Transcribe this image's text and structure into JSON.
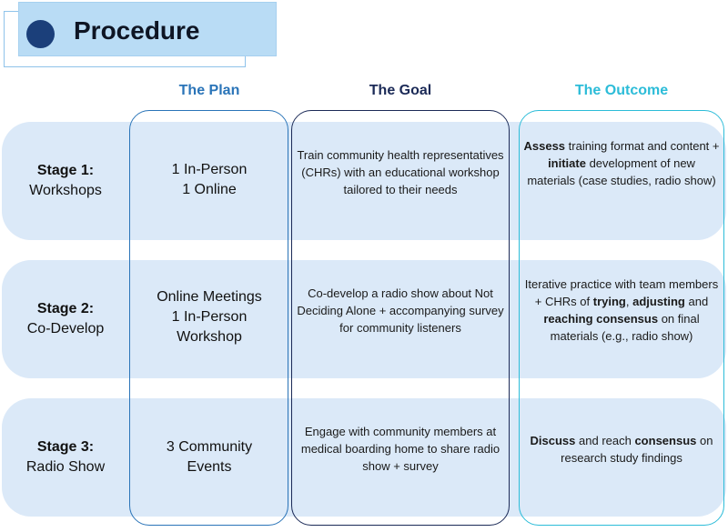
{
  "title": "Procedure",
  "columns": {
    "plan": "The Plan",
    "goal": "The Goal",
    "outcome": "The Outcome"
  },
  "colors": {
    "plan": "#2a74b8",
    "goal": "#1b2a57",
    "outcome": "#2cbcd8",
    "band": "#dbe9f8",
    "title_bg": "#b9dcf5",
    "title_dot": "#1b3f7a"
  },
  "stages": [
    {
      "number": "Stage 1:",
      "name": "Workshops",
      "plan": [
        "1 In-Person",
        "1 Online"
      ],
      "goal": "Train community health representatives (CHRs) with an educational workshop tailored to their needs",
      "outcome": [
        {
          "text": "Assess",
          "bold": true
        },
        {
          "text": " training format and content + ",
          "bold": false
        },
        {
          "text": "initiate",
          "bold": true
        },
        {
          "text": " development of new materials (case studies, radio show)",
          "bold": false
        }
      ]
    },
    {
      "number": "Stage 2:",
      "name": "Co-Develop",
      "plan": [
        "Online Meetings",
        "1 In-Person",
        "Workshop"
      ],
      "goal": "Co-develop a radio show about Not Deciding Alone + accompanying survey for community listeners",
      "outcome": [
        {
          "text": "Iterative practice with team members + CHRs of ",
          "bold": false
        },
        {
          "text": "trying",
          "bold": true
        },
        {
          "text": ", ",
          "bold": false
        },
        {
          "text": "adjusting",
          "bold": true
        },
        {
          "text": " and ",
          "bold": false
        },
        {
          "text": "reaching consensus",
          "bold": true
        },
        {
          "text": " on final materials (e.g., radio show)",
          "bold": false
        }
      ]
    },
    {
      "number": "Stage 3:",
      "name": "Radio Show",
      "plan": [
        "3 Community",
        "Events"
      ],
      "goal": "Engage with community members at medical boarding home to share radio show + survey",
      "outcome": [
        {
          "text": "Discuss",
          "bold": true
        },
        {
          "text": " and reach ",
          "bold": false
        },
        {
          "text": "consensus",
          "bold": true
        },
        {
          "text": " on research study findings",
          "bold": false
        }
      ]
    }
  ]
}
